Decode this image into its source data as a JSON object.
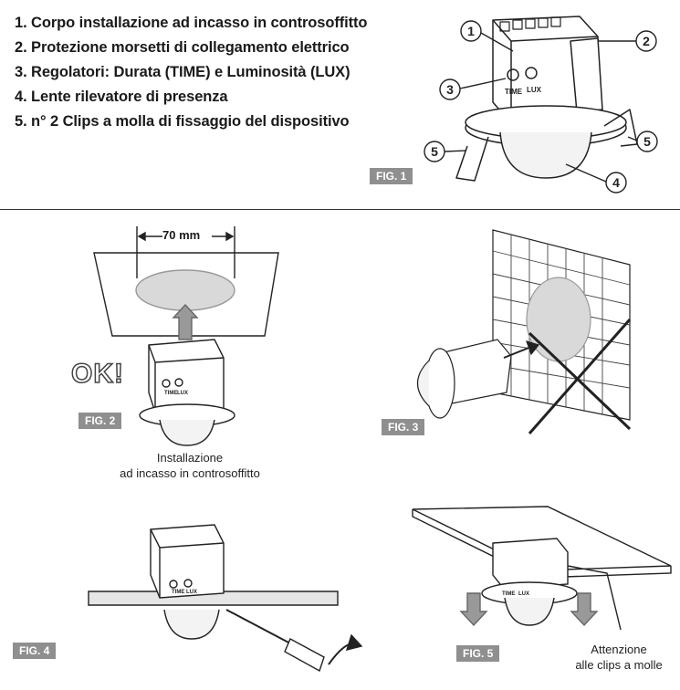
{
  "parts_list": [
    "1. Corpo installazione ad incasso in controsoffitto",
    "2. Protezione morsetti di collegamento elettrico",
    "3. Regolatori: Durata (TIME) e Luminosità (LUX)",
    "4. Lente rilevatore di presenza",
    "5. n° 2 Clips a molla di fissaggio del dispositivo"
  ],
  "fig1": {
    "label": "FIG. 1",
    "callouts": [
      "1",
      "2",
      "3",
      "4",
      "5",
      "5"
    ]
  },
  "fig2": {
    "label": "FIG. 2",
    "dimension": "70 mm",
    "ok_text": "OK!",
    "caption_line1": "Installazione",
    "caption_line2": "ad incasso in controsoffitto"
  },
  "fig3": {
    "label": "FIG. 3"
  },
  "fig4": {
    "label": "FIG. 4"
  },
  "fig5": {
    "label": "FIG. 5",
    "note_line1": "Attenzione",
    "note_line2": "alle clips a molle"
  },
  "device_labels": {
    "time": "TIME",
    "lux": "LUX"
  },
  "colors": {
    "label_bg": "#8f8f8f",
    "ceiling_fill": "#d9d9d9",
    "line": "#222222"
  }
}
